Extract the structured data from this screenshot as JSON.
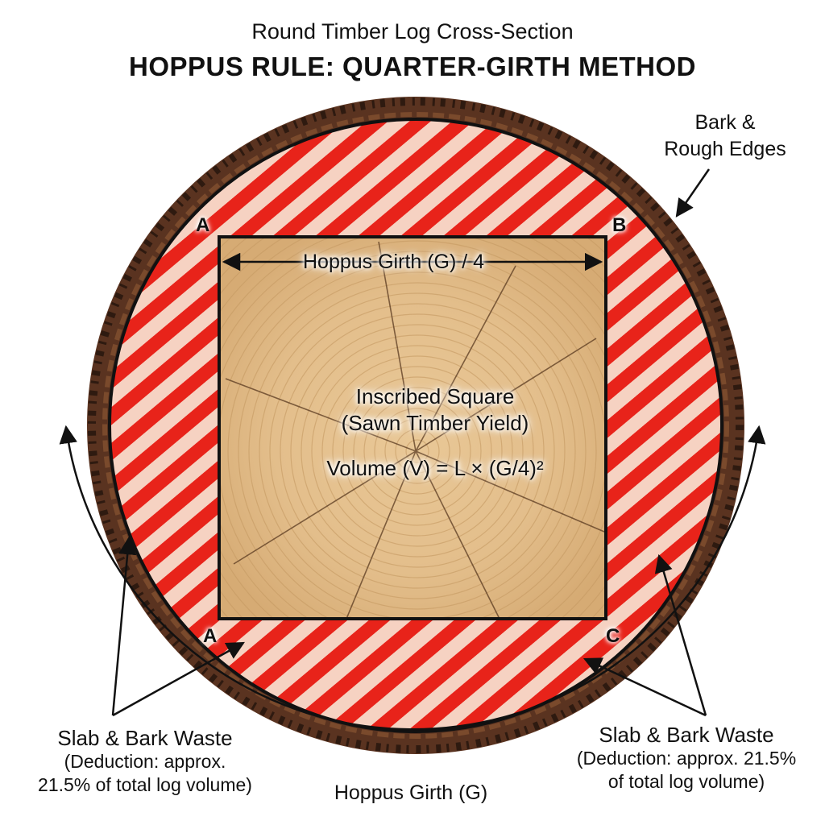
{
  "subtitle": "Round Timber Log Cross-Section",
  "title": "HOPPUS RULE: QUARTER-GIRTH METHOD",
  "bark_label": {
    "line1": "Bark &",
    "line2": "Rough Edges"
  },
  "corners": {
    "top_left": "A",
    "top_right": "B",
    "bottom_left": "A",
    "bottom_right": "C"
  },
  "quarter_girth_label": "Hoppus Girth (G) / 4",
  "square_label": {
    "line1": "Inscribed Square",
    "line2": "(Sawn Timber Yield)"
  },
  "volume_formula": "Volume (V) = L × (G/4)²",
  "waste_left": {
    "line1": "Slab & Bark Waste",
    "line2": "(Deduction: approx.",
    "line3": "21.5% of total log volume)"
  },
  "waste_right": {
    "line1": "Slab & Bark Waste",
    "line2": "(Deduction: approx. 21.5%",
    "line3": "of total log volume)"
  },
  "girth_label": "Hoppus Girth (G)",
  "colors": {
    "bark": "#5a3320",
    "bark_dark": "#2e1a10",
    "waste_stripe": "#e8231a",
    "wood_light": "#e8c99a",
    "wood_ring": "#b8874f",
    "outline": "#111111"
  }
}
